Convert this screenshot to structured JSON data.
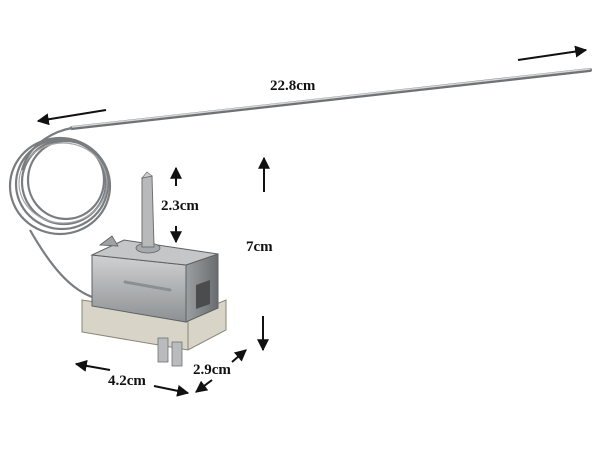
{
  "photo": {
    "subject_icon": "thermostat-capillary-icon",
    "background": "#ffffff",
    "colors": {
      "metal": "#b7b9bb",
      "metal_dark": "#6f7274",
      "base": "#d9d4c8",
      "annotation": "#111111"
    }
  },
  "dimensions": {
    "capillary_length": "22.8cm",
    "total_height": "7cm",
    "shaft_height": "2.3cm",
    "body_width": "4.2cm",
    "body_depth": "2.9cm"
  }
}
